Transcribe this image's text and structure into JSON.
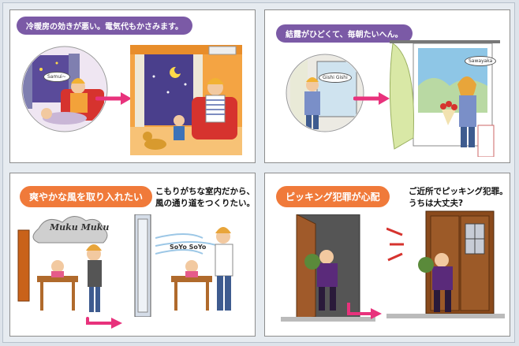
{
  "panels": [
    {
      "title": "冷暖房の効きが悪い。電気代もかさみます。",
      "speech_before": "Samui~",
      "accent": "#7b5aa6"
    },
    {
      "title": "結露がひどくて、毎朝たいへん。",
      "speech_before": "Gishi Gishi",
      "speech_after": "Sawayaka",
      "accent": "#7b5aa6"
    },
    {
      "title": "爽やかな風を取り入れたい",
      "note_lines": [
        "こもりがちな室内だから、",
        "風の通り道をつくりたい。"
      ],
      "cloud_text": "Muku Muku",
      "wind_text": "SoYo SoYo",
      "accent": "#f07a3a"
    },
    {
      "title": "ピッキング犯罪が心配",
      "note_lines": [
        "ご近所でピッキング犯罪。",
        "うちは大丈夫?"
      ],
      "accent": "#f07a3a"
    }
  ],
  "colors": {
    "arrow": "#e8327c",
    "panel_border": "#8d8d8d",
    "background": "#dde3ea"
  },
  "icons": [
    "arrow-right-icon",
    "arrow-right-icon",
    "arrow-right-icon",
    "arrow-right-icon"
  ]
}
